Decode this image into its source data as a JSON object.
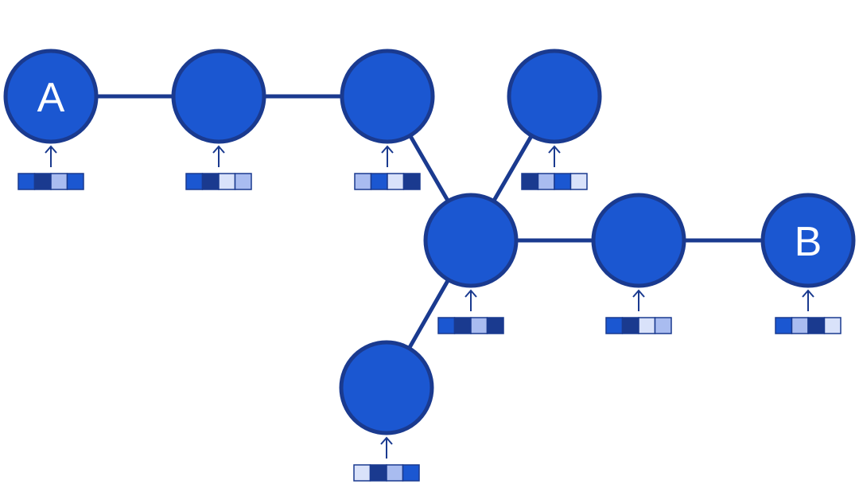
{
  "palette": {
    "dark": "#1a3a8f",
    "blue": "#1b57d1",
    "light": "#a9bcf0",
    "pale": "#d9e2fa",
    "background": "#ffffff"
  },
  "nodes": [
    {
      "id": "n1",
      "label": "A",
      "embedding": [
        "blue",
        "dark",
        "light",
        "blue"
      ]
    },
    {
      "id": "n2",
      "label": "",
      "embedding": [
        "blue",
        "dark",
        "pale",
        "light"
      ]
    },
    {
      "id": "n3",
      "label": "",
      "embedding": [
        "light",
        "blue",
        "pale",
        "dark"
      ]
    },
    {
      "id": "n4",
      "label": "",
      "embedding": [
        "dark",
        "light",
        "blue",
        "pale"
      ]
    },
    {
      "id": "n5",
      "label": "",
      "embedding": [
        "blue",
        "dark",
        "light",
        "dark"
      ]
    },
    {
      "id": "n6",
      "label": "",
      "embedding": [
        "blue",
        "dark",
        "pale",
        "light"
      ]
    },
    {
      "id": "n7",
      "label": "B",
      "embedding": [
        "blue",
        "light",
        "dark",
        "pale"
      ]
    },
    {
      "id": "n8",
      "label": "",
      "embedding": [
        "pale",
        "dark",
        "light",
        "blue"
      ]
    }
  ],
  "edges": [
    [
      "n1",
      "n2"
    ],
    [
      "n2",
      "n3"
    ],
    [
      "n3",
      "n5"
    ],
    [
      "n4",
      "n5"
    ],
    [
      "n5",
      "n6"
    ],
    [
      "n6",
      "n7"
    ],
    [
      "n5",
      "n8"
    ]
  ]
}
